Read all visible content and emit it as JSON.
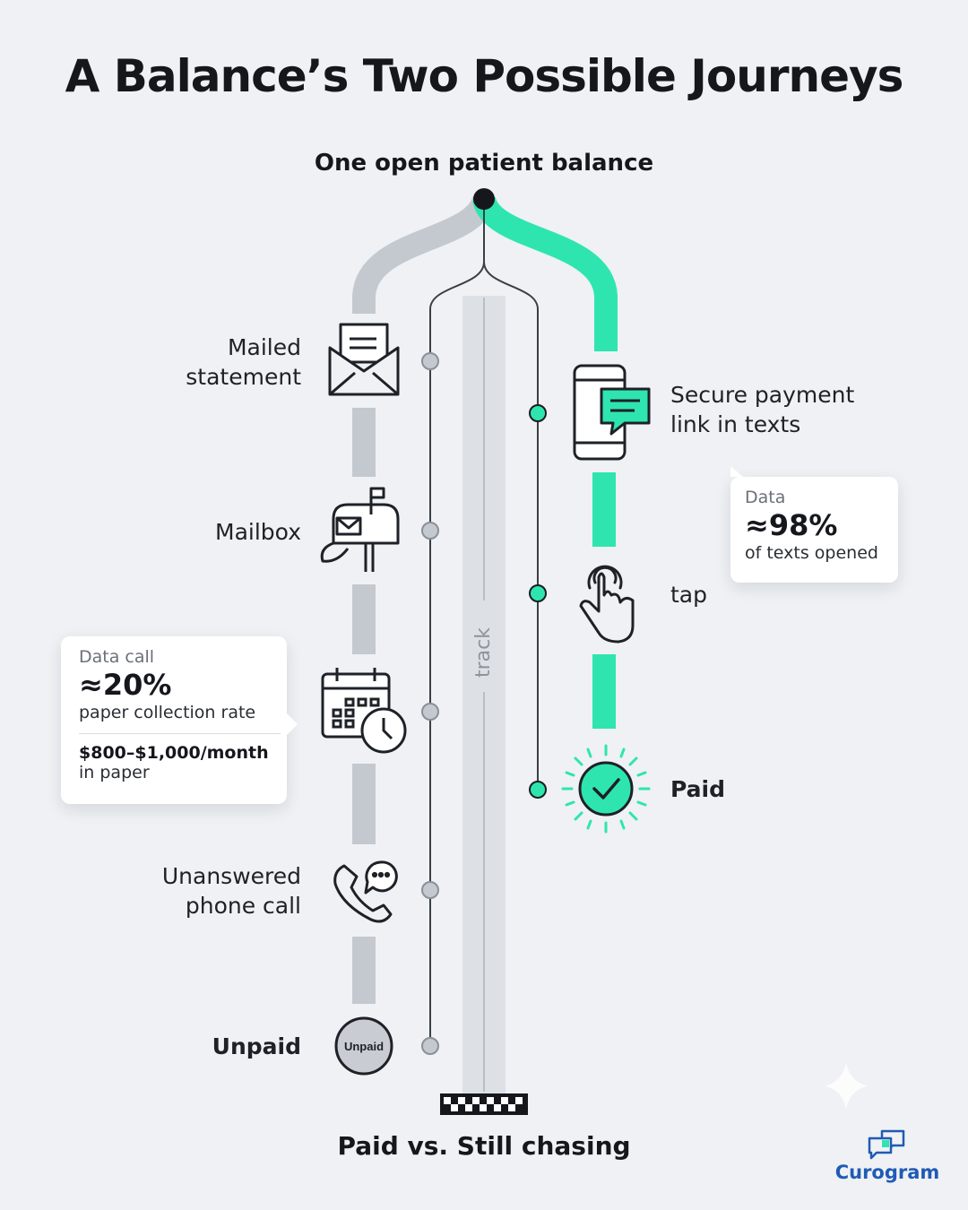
{
  "title": "A Balance’s Two Possible Journeys",
  "start_label": "One open patient balance",
  "center_track_label": "track",
  "paper_path": {
    "steps": [
      {
        "label": "Mailed statement",
        "icon": "envelope-icon"
      },
      {
        "label": "Mailbox",
        "icon": "mailbox-icon"
      },
      {
        "label": "",
        "icon": "calendar-clock-icon"
      },
      {
        "label": "Unanswered phone call",
        "icon": "phone-chat-icon"
      }
    ],
    "end_label": "Unpaid",
    "end_badge": "Unpaid",
    "color": "#c4c9d0"
  },
  "text_path": {
    "steps": [
      {
        "label": "Secure payment link in texts",
        "icon": "phone-message-icon"
      },
      {
        "label": "tap",
        "icon": "tap-hand-icon"
      }
    ],
    "end_label": "Paid",
    "end_icon": "check-circle-icon",
    "color": "#2ee5b0"
  },
  "paper_card": {
    "caption": "Data call",
    "stat": "≈20%",
    "stat_label": "paper collection rate",
    "cost": "$800–$1,000/month",
    "cost_note": "in paper"
  },
  "text_card": {
    "caption": "Data",
    "stat": "≈98%",
    "stat_label": "of texts opened"
  },
  "footer": "Paid vs. Still chasing",
  "brand": "Curogram"
}
